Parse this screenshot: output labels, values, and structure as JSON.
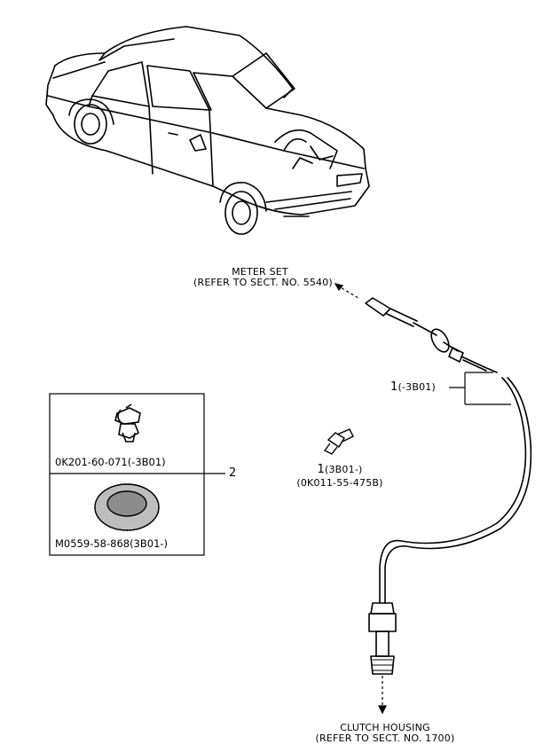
{
  "callouts": {
    "meter_set": {
      "line1": "METER SET",
      "line2": "(REFER TO SECT. NO. 5540)"
    },
    "clutch_housing": {
      "line1": "CLUTCH HOUSING",
      "line2": "(REFER TO SECT. NO. 1700)"
    },
    "part1_upper": {
      "number": "1",
      "suffix": "(-3B01)"
    },
    "part1_lower": {
      "number": "1",
      "suffix": "(3B01-)",
      "part_no": "(0K011-55-475B)"
    },
    "part2": {
      "number": "2"
    }
  },
  "parts_box": {
    "upper_part_no": "0K201-60-071(-3B01)",
    "lower_part_no": "M0559-58-868(3B01-)"
  },
  "icons": [
    "sedan-car-icon",
    "speedometer-cable-icon",
    "clip-icon",
    "grommet-icon",
    "drive-gear-icon"
  ]
}
